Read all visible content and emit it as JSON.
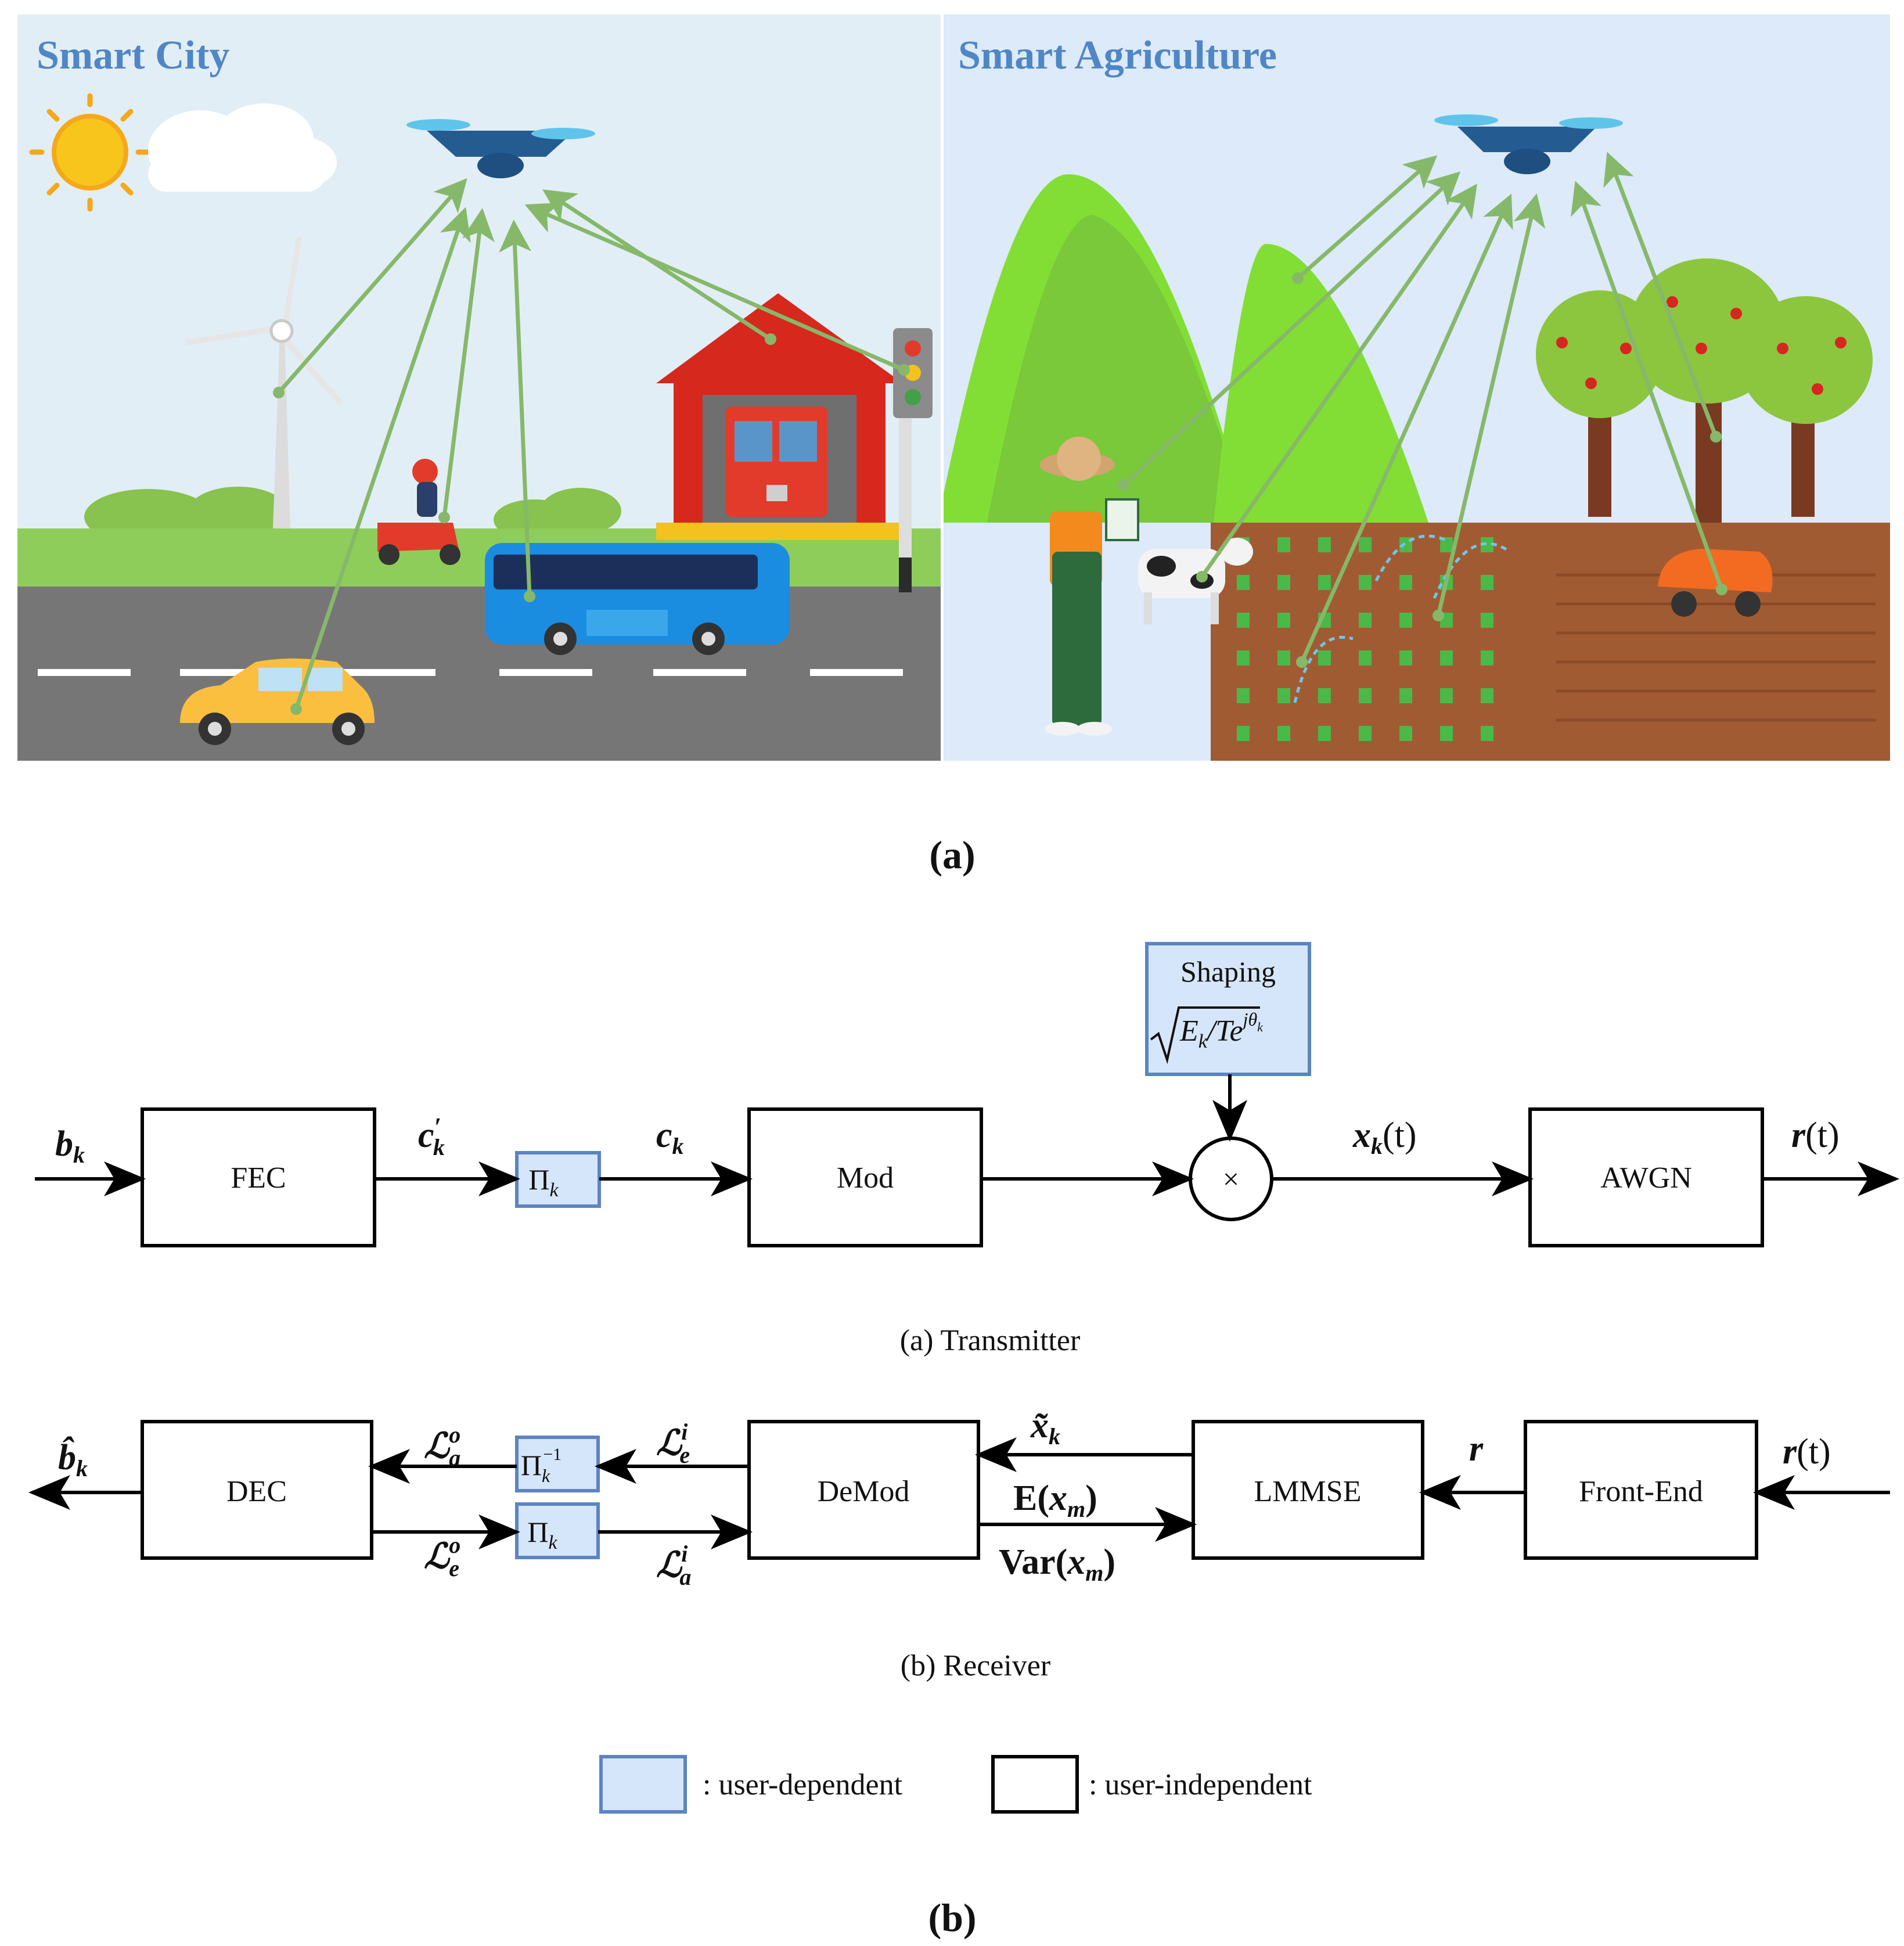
{
  "panel_a": {
    "city_title": "Smart City",
    "agri_title": "Smart Agriculture",
    "caption": "(a)",
    "colors": {
      "city_sky": "#e2eef6",
      "agri_sky": "#dceaf9",
      "link": "#86b86a",
      "title": "#4f86c6"
    }
  },
  "panel_b": {
    "caption": "(b)",
    "transmitter": {
      "caption": "(a) Transmitter",
      "blocks": {
        "fec": "FEC",
        "mod": "Mod",
        "awgn": "AWGN",
        "shaping": "Shaping"
      },
      "interleaver": "Π",
      "interleaver_sub": "k",
      "shaping_formula": {
        "rad": "E",
        "rad_sub": "k",
        "rad_rest": "/T",
        "exp_base": "e",
        "exp_sup": "jθ",
        "exp_sub": "k"
      },
      "multiplier": "×",
      "signals": {
        "in_main": "b",
        "in_sub": "k",
        "cprime_main": "c",
        "cprime_prime": "′",
        "cprime_sub": "k",
        "c_main": "c",
        "c_sub": "k",
        "x_main": "x",
        "x_sub": "k",
        "x_arg": "(t)",
        "r_main": "r",
        "r_arg": "(t)"
      }
    },
    "receiver": {
      "caption": "(b) Receiver",
      "blocks": {
        "dec": "DEC",
        "demod": "DeMod",
        "lmmse": "LMMSE",
        "frontend": "Front-End"
      },
      "deinterleaver": "Π",
      "deinterleaver_sub": "k",
      "deinterleaver_sup": "−1",
      "interleaver": "Π",
      "interleaver_sub": "k",
      "signals": {
        "bhat_main": "b̂",
        "bhat_sub": "k",
        "lao_main": "ℒ",
        "lao_sub": "a",
        "lao_sup": "o",
        "leo_main": "ℒ",
        "leo_sub": "e",
        "leo_sup": "o",
        "lei_main": "ℒ",
        "lei_sub": "e",
        "lei_sup": "i",
        "lai_main": "ℒ",
        "lai_sub": "a",
        "lai_sup": "i",
        "xt_main": "x̃",
        "xt_sub": "k",
        "mean_pre": "E(",
        "mean_var": "x",
        "mean_sub": "m",
        "mean_post": ")",
        "var_pre": "Var(",
        "var_var": "x",
        "var_sub": "m",
        "var_post": ")",
        "r_vec": "r",
        "rin_main": "r",
        "rin_arg": "(t)"
      }
    },
    "legend": {
      "user_dependent": ": user-dependent",
      "user_independent": ": user-independent",
      "colors": {
        "dependent_fill": "#d6e6fa",
        "dependent_stroke": "#5c84c2",
        "independent_stroke": "#000000"
      }
    }
  }
}
